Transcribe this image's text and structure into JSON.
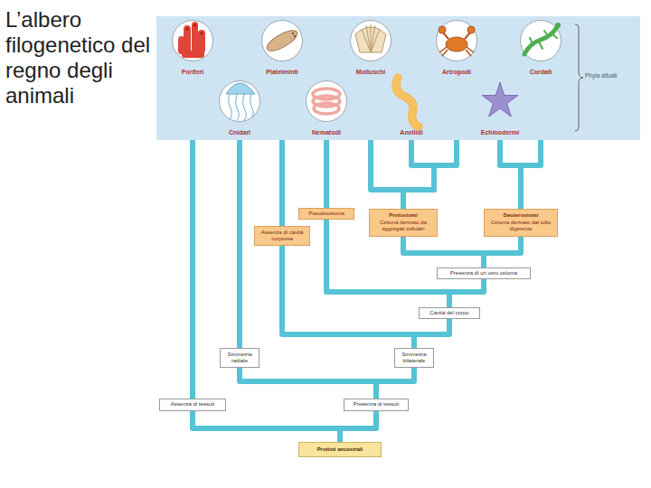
{
  "diagram": {
    "title": "L’albero filogenetico del regno degli animali",
    "nodes": [
      {
        "text": [
          "Phyla attuali"
        ]
      },
      {
        "text": [
          "Poriferi"
        ],
        "in": 0
      },
      {
        "text": [
          "Platelminti"
        ],
        "in": 0
      },
      {
        "text": [
          "Molluschi"
        ],
        "in": 0
      },
      {
        "text": [
          "Artropodi"
        ],
        "in": 0
      },
      {
        "text": [
          "Cordati"
        ],
        "in": 0
      },
      {
        "text": [
          "Cnidari"
        ],
        "in": 0
      },
      {
        "text": [
          "Nematodi"
        ],
        "in": 0
      },
      {
        "text": [
          "Anellidi"
        ],
        "in": 0
      },
      {
        "text": [
          "Echinodermi"
        ],
        "in": 0
      },
      {
        "text": [
          "Pseudoceloma"
        ]
      },
      {
        "text": [
          "Protostomi",
          "Celoma derivato da aggregati cellulari"
        ]
      },
      {
        "text": [
          "Deuterostomi",
          "Celoma derivato dal tubo digerente"
        ]
      },
      {
        "text": [
          "Assenza di cavità corporea"
        ]
      },
      {
        "text": [
          "Presenza di un vero celoma"
        ]
      },
      {
        "text": [
          "Cavità del corpo"
        ]
      },
      {
        "text": [
          "Simmetria radiale"
        ]
      },
      {
        "text": [
          "Simmetria bilaterale"
        ]
      },
      {
        "text": [
          "Assenza di tessuti"
        ]
      },
      {
        "text": [
          "Presenza di tessuti"
        ]
      },
      {
        "text": [
          "Protisti ancestrali"
        ]
      }
    ],
    "edges": [
      {
        "from": 20,
        "to": 18,
        "arrow": "none"
      },
      {
        "from": 20,
        "to": 19,
        "arrow": "none"
      },
      {
        "from": 18,
        "to": 1,
        "arrow": "none"
      },
      {
        "from": 19,
        "to": 16,
        "arrow": "none"
      },
      {
        "from": 19,
        "to": 17,
        "arrow": "none"
      },
      {
        "from": 16,
        "to": 6,
        "arrow": "none"
      },
      {
        "from": 17,
        "to": 13,
        "arrow": "none"
      },
      {
        "from": 17,
        "to": 15,
        "arrow": "none"
      },
      {
        "from": 13,
        "to": 2,
        "arrow": "none"
      },
      {
        "from": 15,
        "to": 10,
        "arrow": "none"
      },
      {
        "from": 15,
        "to": 14,
        "arrow": "none"
      },
      {
        "from": 10,
        "to": 7,
        "arrow": "none"
      },
      {
        "from": 14,
        "to": 11,
        "arrow": "none"
      },
      {
        "from": 14,
        "to": 12,
        "arrow": "none"
      },
      {
        "from": 11,
        "to": 3,
        "arrow": "none"
      },
      {
        "from": 11,
        "to": 8,
        "arrow": "none"
      },
      {
        "from": 11,
        "to": 4,
        "arrow": "none"
      },
      {
        "from": 12,
        "to": 9,
        "arrow": "none"
      },
      {
        "from": 12,
        "to": 5,
        "arrow": "none"
      }
    ]
  }
}
